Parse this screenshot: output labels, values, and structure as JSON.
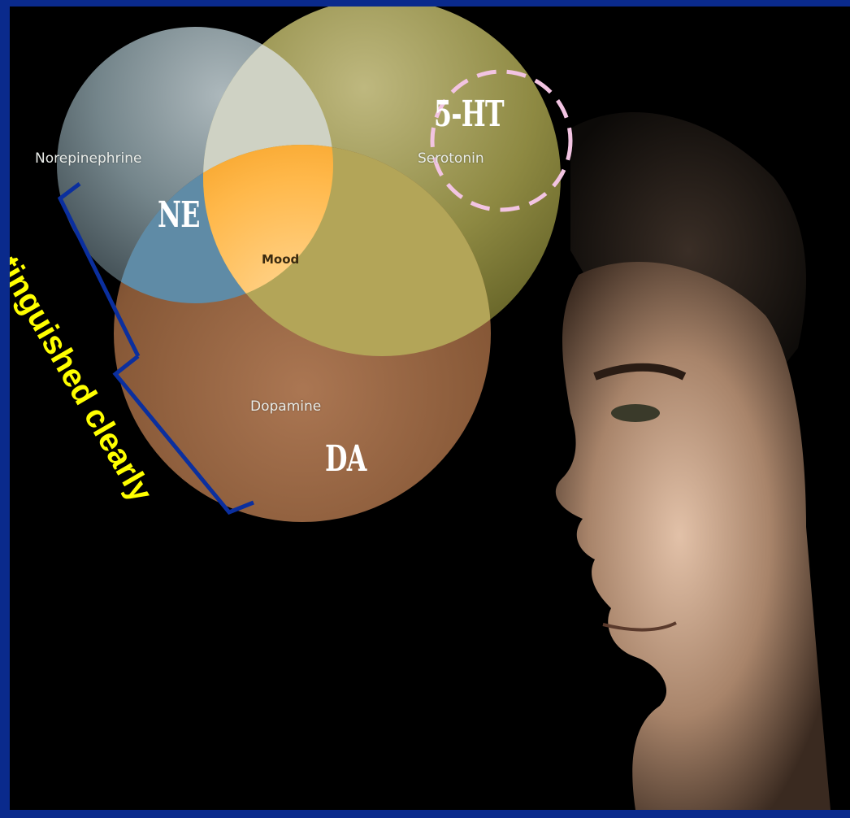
{
  "venn": {
    "norepinephrine": "Norepinephrine",
    "serotonin": "Serotonin",
    "dopamine": "Dopamine",
    "mood": "Mood"
  },
  "annotations": {
    "ne": "NE",
    "da": "DA",
    "five_ht": "5-HT",
    "side_note": "tinguished clearly"
  },
  "colors": {
    "frame_blue": "#0a2a8c",
    "bracket_blue": "#0b2f9e",
    "note_yellow": "#ffff00",
    "dash_pink": "#f2c4e2"
  }
}
